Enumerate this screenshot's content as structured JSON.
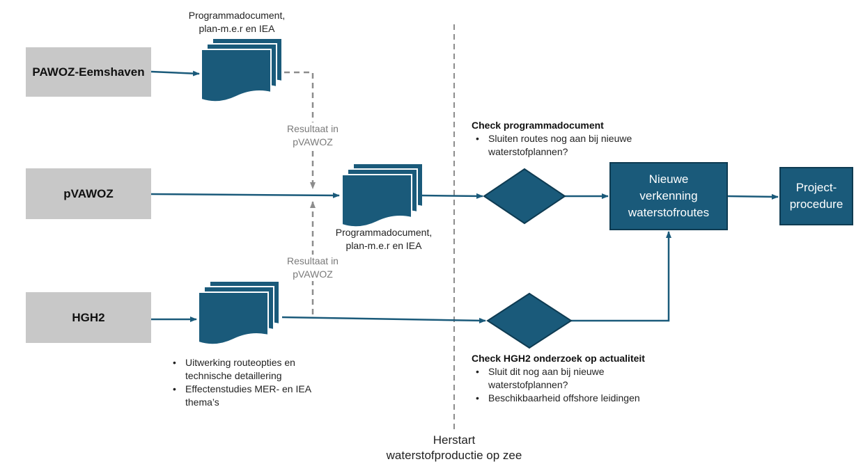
{
  "sources": {
    "pawoz": "PAWOZ-Eemshaven",
    "pvawoz": "pVAWOZ",
    "hgh2": "HGH2"
  },
  "docs": {
    "top_caption": "Programmadocument,\nplan-m.e.r en IEA",
    "middle_caption": "Programmadocument,\nplan-m.e.r en IEA",
    "hgh2_bullets": [
      "Uitwerking routeopties en technische detaillering",
      "Effectenstudies MER- en IEA thema’s"
    ]
  },
  "result_labels": {
    "top": "Resultaat in\npVAWOZ",
    "bottom": "Resultaat in\npVAWOZ"
  },
  "check_programmadocument": {
    "title": "Check programmadocument",
    "bullets": [
      "Sluiten routes nog aan bij nieuwe waterstofplannen?"
    ]
  },
  "check_hgh2": {
    "title": "Check HGH2 onderzoek op actualiteit",
    "bullets": [
      "Sluit dit nog aan bij nieuwe waterstofplannen?",
      "Beschikbaarheid offshore leidingen"
    ]
  },
  "process": {
    "verkenning": "Nieuwe\nverkenning\nwaterstofroutes",
    "projectprocedure": "Project-\nprocedure"
  },
  "herstart": "Herstart\nwaterstofproductie op zee",
  "colors": {
    "primary": "#1a5a7a",
    "source_grey": "#c8c8c8",
    "dashed_grey": "#8c8c8c"
  }
}
